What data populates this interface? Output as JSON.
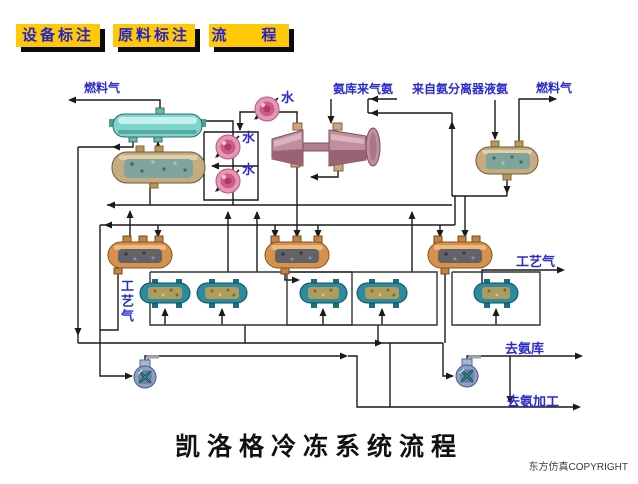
{
  "toolbar": {
    "buttons": [
      {
        "label": "设备标注"
      },
      {
        "label": "原料标注"
      },
      {
        "label": "流　程"
      }
    ]
  },
  "labels": {
    "fuel_gas_left": "燃料气",
    "water": "水",
    "ammonia_gas_from_storage": "氨库来气氨",
    "liquid_ammonia_from_separator": "来自氨分离器液氨",
    "fuel_gas_right": "燃料气",
    "process_gas_left": "工艺气",
    "process_gas_right": "工艺气",
    "to_ammonia_storage": "去氨库",
    "to_ammonia_processing": "去氨加工"
  },
  "title": "凯洛格冷冻系统流程",
  "copyright": "东方仿真COPYRIGHT",
  "colors": {
    "button_bg": "#FFC908",
    "button_text": "#2323CC",
    "label_text": "#2A2AD0",
    "pipe": "#1A1A1A",
    "vessel_cyan": "#7FD4CC",
    "vessel_tan": "#C4AC80",
    "vessel_orange": "#D6914C",
    "exchanger_teal": "#2A8CA0",
    "cooler_pink": "#E598B4",
    "compressor_mauve": "#C08E9C",
    "pump_blue": "#90A0C4"
  }
}
